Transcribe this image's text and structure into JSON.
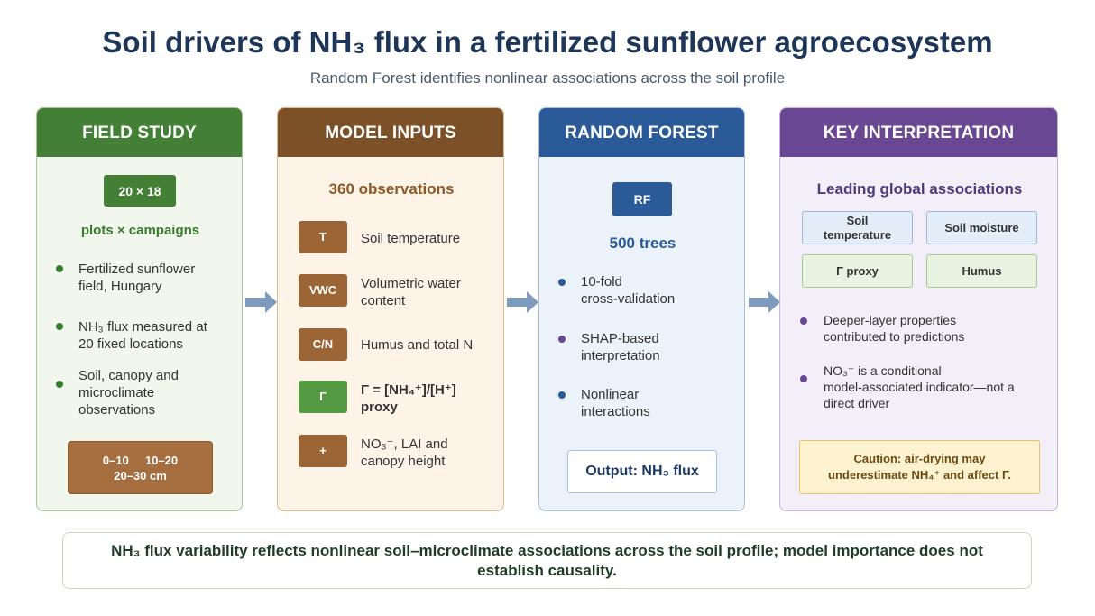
{
  "title": "Soil drivers of NH₃ flux in a fertilized sunflower agroecosystem",
  "subtitle": "Random Forest identifies nonlinear associations across the soil profile",
  "colors": {
    "field": "#437f34",
    "inputs": "#7d5128",
    "forest": "#2a5a98",
    "interpretation": "#6a4793",
    "arrow": "#7e9bbd"
  },
  "field_study": {
    "header": "FIELD STUDY",
    "badge": "20 × 18",
    "caption": "plots × campaigns",
    "bullets": [
      [
        "Fertilized sunflower",
        "field, Hungary"
      ],
      [
        "NH₃ flux measured at",
        "20 fixed locations"
      ],
      [
        "Soil, canopy and",
        "microclimate",
        "observations"
      ]
    ],
    "depths": [
      "0–10",
      "10–20",
      "20–30 cm"
    ]
  },
  "model_inputs": {
    "header": "MODEL INPUTS",
    "count": "360 observations",
    "items": [
      {
        "tag": "T",
        "lines": [
          "Soil temperature"
        ]
      },
      {
        "tag": "VWC",
        "lines": [
          "Volumetric water",
          "content"
        ]
      },
      {
        "tag": "C/N",
        "lines": [
          "Humus and total N"
        ]
      },
      {
        "tag": "Γ",
        "lines": [
          "Γ = [NH₄⁺]/[H⁺]",
          "proxy"
        ]
      },
      {
        "tag": "+",
        "lines": [
          "NO₃⁻, LAI and",
          "canopy height"
        ]
      }
    ]
  },
  "random_forest": {
    "header": "RANDOM FOREST",
    "badge": "RF",
    "trees": "500 trees",
    "bullets": [
      [
        "10-fold",
        "cross-validation"
      ],
      [
        "SHAP-based",
        "interpretation"
      ],
      [
        "Nonlinear",
        "interactions"
      ]
    ],
    "output": "Output: NH₃ flux"
  },
  "interpretation": {
    "header": "KEY INTERPRETATION",
    "subtitle": "Leading global associations",
    "chips": [
      "Soil temperature",
      "Soil moisture",
      "Γ proxy",
      "Humus"
    ],
    "bullets": [
      [
        "Deeper-layer properties",
        "contributed to predictions"
      ],
      [
        "NO₃⁻ is a conditional",
        "model-associated indicator—not a",
        "direct driver"
      ]
    ],
    "caution": [
      "Caution: air-drying may",
      "underestimate NH₄⁺ and affect Γ."
    ]
  },
  "footer": "NH₃ flux variability reflects nonlinear soil–microclimate associations across the soil profile; model importance does not establish causality."
}
